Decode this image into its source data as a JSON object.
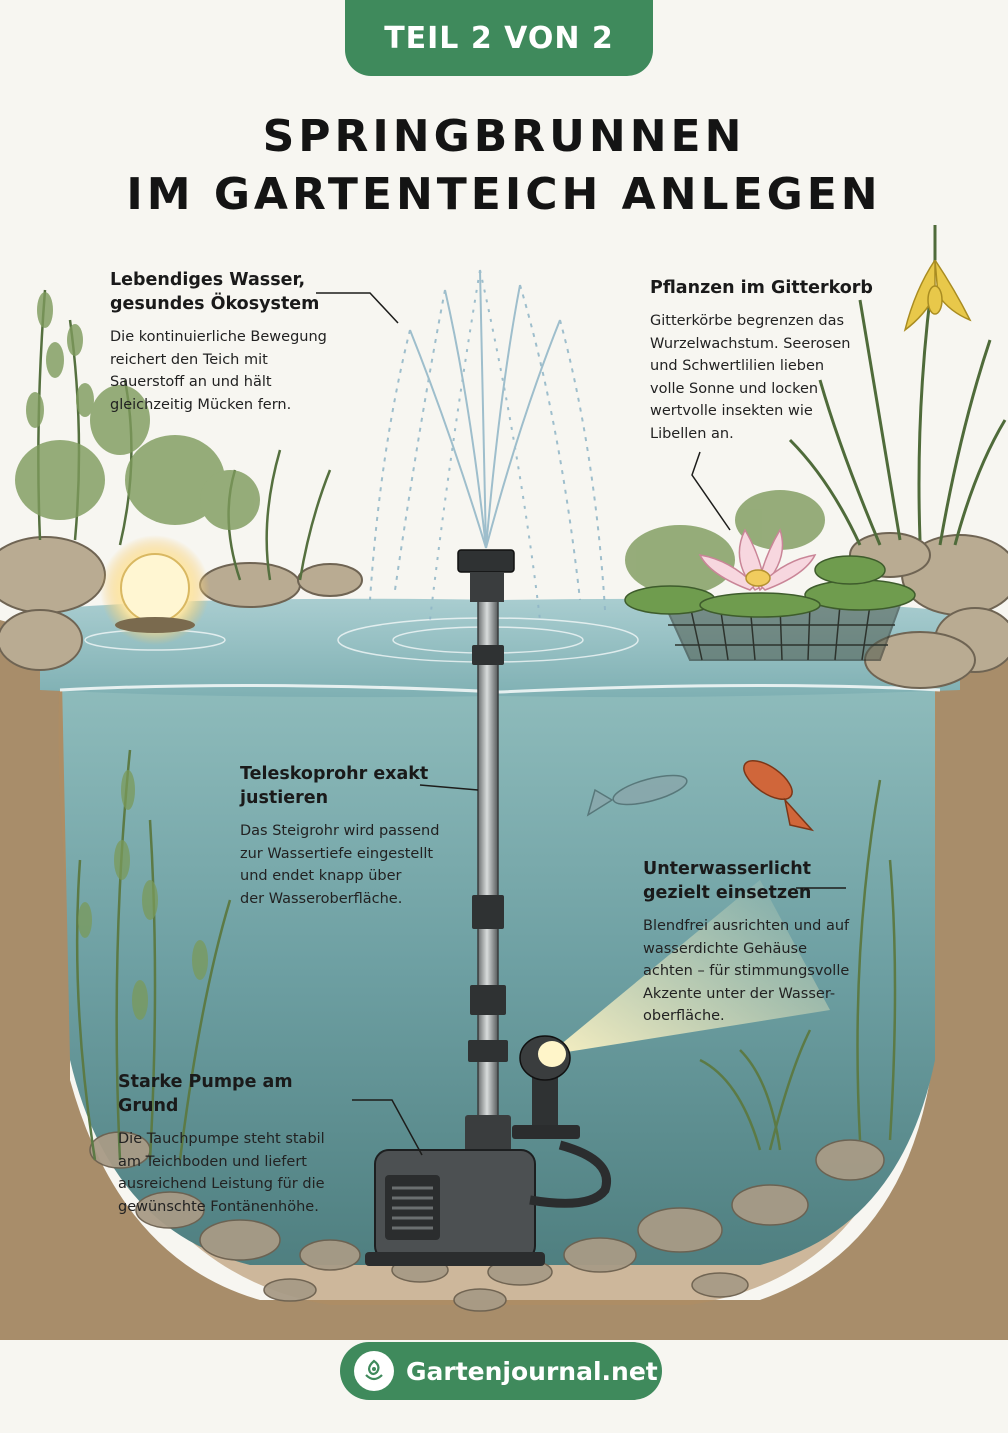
{
  "badge": {
    "text": "TEIL 2 VON 2"
  },
  "title": {
    "line1": "SPRINGBRUNNEN",
    "line2": "IM GARTENTEICH ANLEGEN"
  },
  "callouts": {
    "ecosystem": {
      "heading_line1": "Lebendiges Wasser,",
      "heading_line2": "gesundes Ökosystem",
      "lines": [
        "Die kontinuierliche Bewegung",
        "reichert den Teich mit",
        "Sauerstoff an und hält",
        "gleichzeitig Mücken fern."
      ]
    },
    "plants": {
      "heading_line1": "Pflanzen im Gitterkorb",
      "lines": [
        "Gitterkörbe begrenzen das",
        "Wurzelwachstum. Seerosen",
        "und Schwertlilien lieben",
        "volle Sonne und locken",
        "wertvolle insekten wie",
        "Libellen an."
      ]
    },
    "telescope": {
      "heading_line1": "Teleskoprohr exakt",
      "heading_line2": "justieren",
      "lines": [
        "Das Steigrohr wird passend",
        "zur Wassertiefe eingestellt",
        "und endet knapp über",
        "der Wasseroberfläche."
      ]
    },
    "light": {
      "heading_line1": "Unterwasserlicht",
      "heading_line2": "gezielt einsetzen",
      "lines": [
        "Blendfrei ausrichten und auf",
        "wasserdichte Gehäuse",
        "achten – für stimmungsvolle",
        "Akzente unter der Wasser-",
        "oberfläche."
      ]
    },
    "pump": {
      "heading_line1": "Starke Pumpe am Grund",
      "lines": [
        "Die Tauchpumpe steht stabil",
        "am Teichboden und liefert",
        "ausreichend Leistung für die",
        "gewünschte Fontänenhöhe."
      ]
    }
  },
  "footer": {
    "text": "Gartenjournal.net"
  },
  "colors": {
    "brand_green": "#3f8a5c",
    "water": "#6fa3a8",
    "soil": "#8a6a45"
  },
  "icons": [
    "leaf-logo-icon"
  ]
}
